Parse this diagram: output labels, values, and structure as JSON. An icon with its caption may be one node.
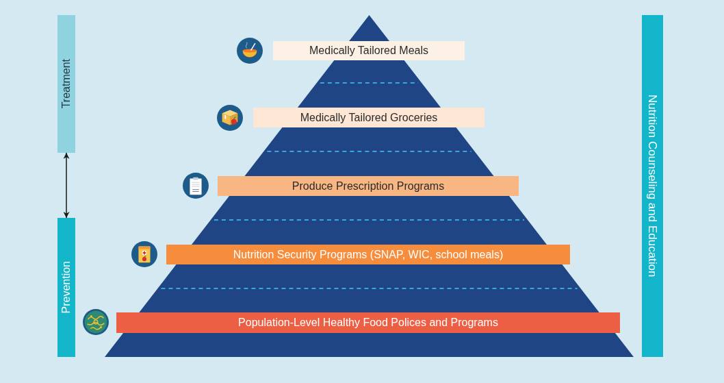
{
  "diagram": {
    "nodes": [
      {
        "text": [
          "Treatment"
        ]
      },
      {
        "text": [
          "Prevention"
        ]
      },
      {
        "text": [
          "Nutrition Counseling and Education"
        ]
      },
      {
        "text": [
          "Medically Tailored Meals"
        ]
      },
      {
        "text": [
          "Medically Tailored Groceries"
        ]
      },
      {
        "text": [
          "Produce Prescription Programs"
        ]
      },
      {
        "text": [
          "Nutrition Security Programs (SNAP, WIC, school meals)"
        ]
      },
      {
        "text": [
          "Population-Level Healthy Food Polices and Programs"
        ]
      }
    ],
    "edges": [
      {
        "from": 0,
        "to": 1,
        "arrow": "both"
      }
    ]
  }
}
